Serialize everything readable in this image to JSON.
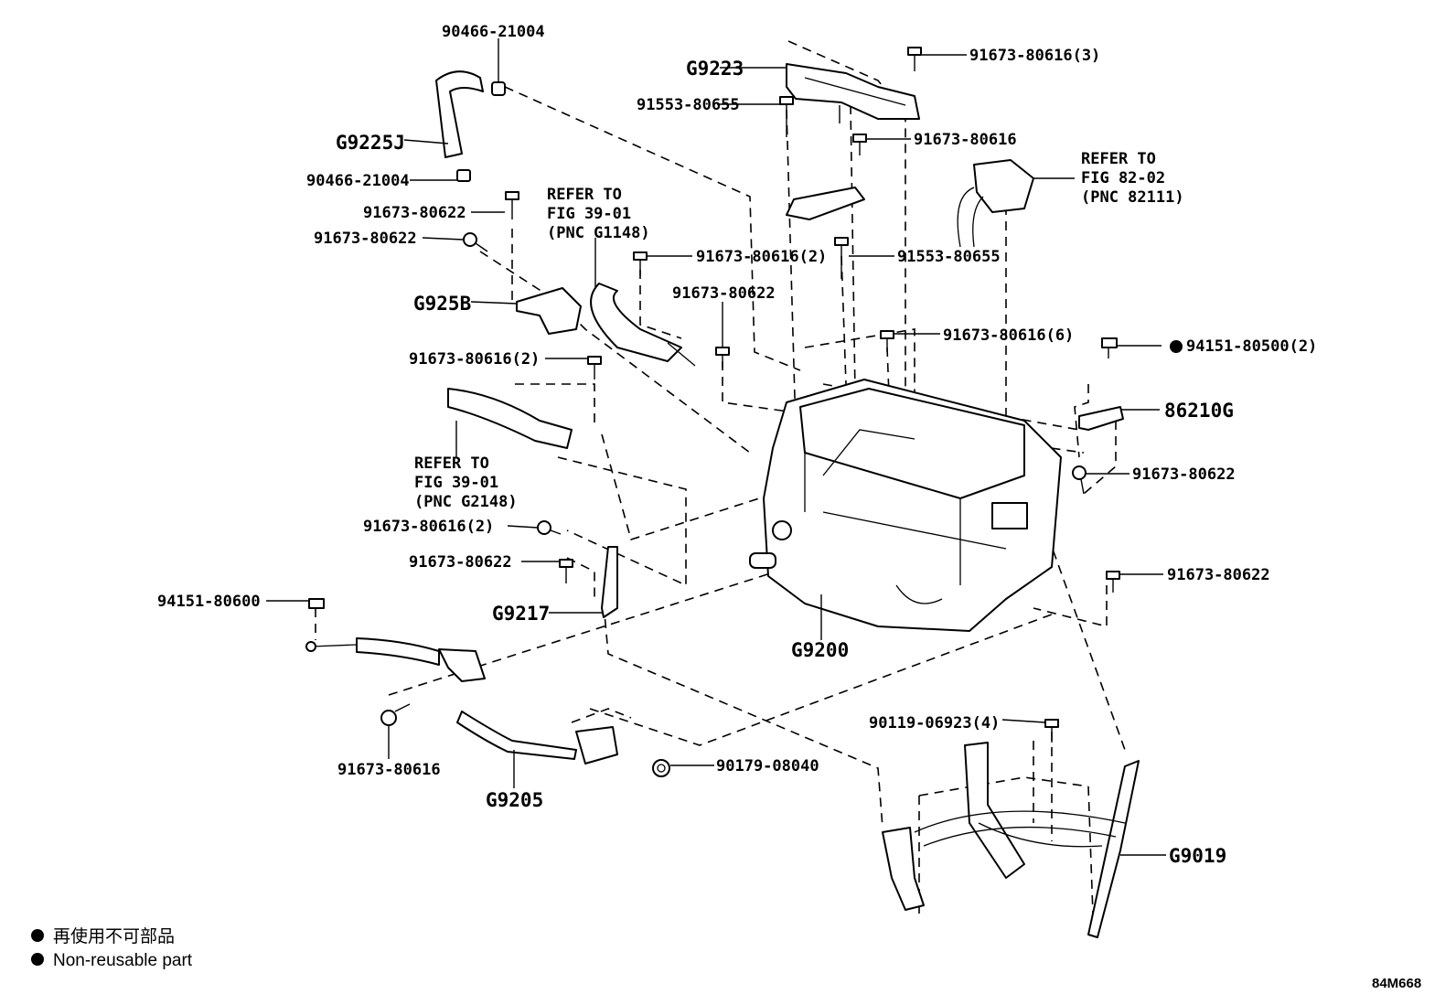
{
  "diagram_code": "84M668",
  "legend": {
    "items": [
      {
        "text": "再使用不可部品"
      },
      {
        "text": "Non-reusable part"
      }
    ]
  },
  "main_parts": {
    "g9223": "G9223",
    "g9225j": "G9225J",
    "g925b": "G925B",
    "g9217": "G9217",
    "g9200": "G9200",
    "g9205": "G9205",
    "g9019": "G9019",
    "p86210g": "86210G"
  },
  "part_labels": {
    "p90466_top": "90466-21004",
    "p90466_bottom": "90466-21004",
    "p91673_80622_a": "91673-80622",
    "p91673_80622_b": "91673-80622",
    "p91673_80616_2_a": "91673-80616(2)",
    "p91673_80622_c": "91673-80622",
    "p91553_80655_a": "91553-80655",
    "p91673_80616_3": "91673-80616(3)",
    "p91673_80616_a": "91673-80616",
    "p91553_80655_b": "91553-80655",
    "p91673_80616_6": "91673-80616(6)",
    "p94151_80500_2": "94151-80500(2)",
    "p91673_80622_d": "91673-80622",
    "p91673_80616_2_b": "91673-80616(2)",
    "p91673_80616_2_c": "91673-80616(2)",
    "p91673_80622_e": "91673-80622",
    "p91673_80622_f": "91673-80622",
    "p94151_80600": "94151-80600",
    "p91673_80616_b": "91673-80616",
    "p90179_08040": "90179-08040",
    "p90119_06923_4": "90119-06923(4)"
  },
  "references": {
    "ref_g1148": {
      "line1": "REFER TO",
      "line2": "FIG 39-01",
      "line3": "(PNC G1148)"
    },
    "ref_82111": {
      "line1": "REFER TO",
      "line2": "FIG 82-02",
      "line3": "(PNC 82111)"
    },
    "ref_g2148": {
      "line1": "REFER TO",
      "line2": "FIG 39-01",
      "line3": "(PNC G2148)"
    }
  }
}
